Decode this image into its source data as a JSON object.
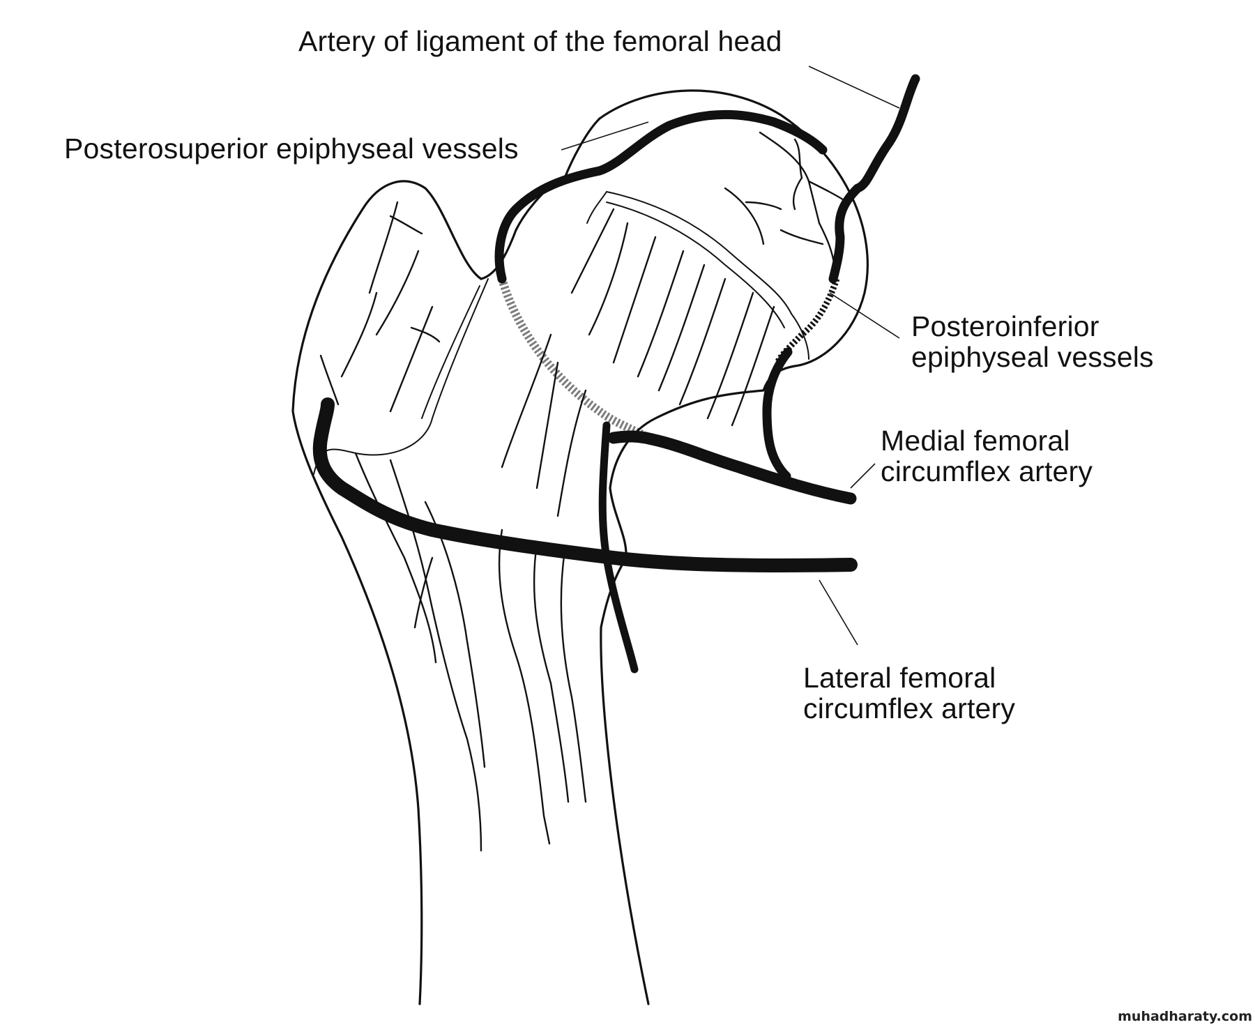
{
  "labels": {
    "ligament_artery": "Artery of ligament of the femoral head",
    "posterosuperior": "Posterosuperior epiphyseal vessels",
    "posteroinferior_line1": "Posteroinferior",
    "posteroinferior_line2": "epiphyseal vessels",
    "medial_line1": "Medial femoral",
    "medial_line2": "circumflex artery",
    "lateral_line1": "Lateral femoral",
    "lateral_line2": "circumflex artery"
  },
  "watermark": "muhadharaty.com"
}
